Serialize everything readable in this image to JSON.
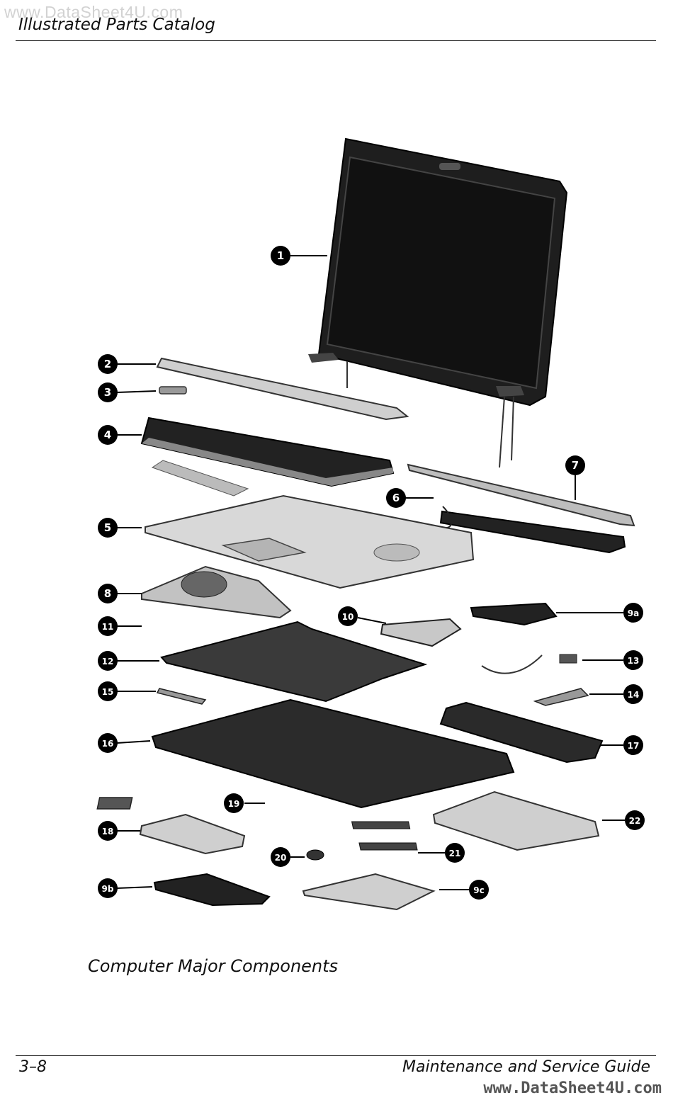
{
  "watermark_top": "www.DataSheet4U.com",
  "header": {
    "title": "Illustrated Parts Catalog"
  },
  "figure": {
    "callouts": [
      "1",
      "2",
      "3",
      "4",
      "5",
      "6",
      "7",
      "8",
      "9a",
      "9b",
      "9c",
      "10",
      "11",
      "12",
      "13",
      "14",
      "15",
      "16",
      "17",
      "18",
      "19",
      "20",
      "21",
      "22"
    ]
  },
  "caption": "Computer Major Components",
  "footer": {
    "page_number": "3–8",
    "guide_title": "Maintenance and Service Guide",
    "watermark": "www.DataSheet4U.com"
  },
  "colors": {
    "rule": "#111111",
    "part_fill": "#cfcfcf",
    "part_dark": "#1a1a1a",
    "callout": "#000000"
  }
}
